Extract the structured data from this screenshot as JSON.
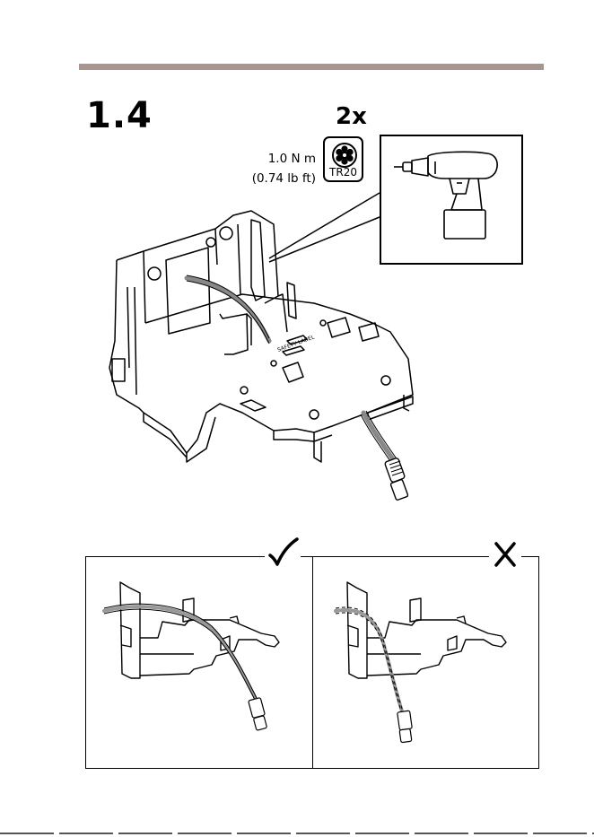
{
  "step": {
    "number": "1.4"
  },
  "tool": {
    "quantity": "2x",
    "torque_metric": "1.0 N m",
    "torque_imperial": "(0.74 lb ft)",
    "bit_label": "TR20"
  },
  "figure": {
    "embossed_text": "SAFETY LABEL"
  },
  "panels": {
    "correct": {
      "icon": "check-icon"
    },
    "incorrect": {
      "icon": "cross-icon"
    }
  },
  "colors": {
    "header_bar": "#a89590",
    "line": "#000000",
    "cable": "#888888"
  }
}
